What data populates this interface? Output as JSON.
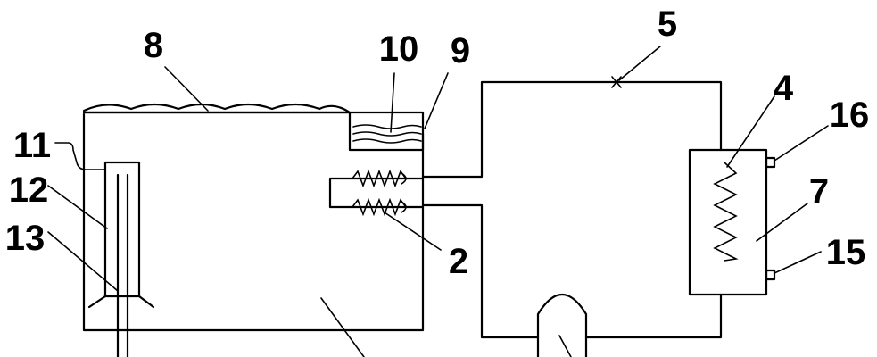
{
  "diagram": {
    "labels": {
      "l8": "8",
      "l10": "10",
      "l9": "9",
      "l5": "5",
      "l4": "4",
      "l16": "16",
      "l11": "11",
      "l12": "12",
      "l13": "13",
      "l7": "7",
      "l15": "15",
      "l2": "2"
    },
    "colors": {
      "line": "#000000",
      "background": "#ffffff"
    }
  }
}
